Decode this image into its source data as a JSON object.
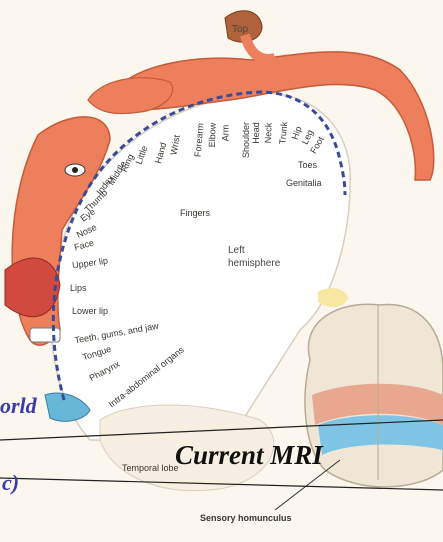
{
  "diagram": {
    "top_label": "Top",
    "hemisphere_label_line1": "Left",
    "hemisphere_label_line2": "hemisphere",
    "temporal_label": "Temporal lobe",
    "caption": "Sensory homunculus",
    "fingers_label": "Fingers",
    "body_parts": [
      {
        "label": "Genitalia"
      },
      {
        "label": "Toes"
      },
      {
        "label": "Foot"
      },
      {
        "label": "Leg"
      },
      {
        "label": "Hip"
      },
      {
        "label": "Trunk"
      },
      {
        "label": "Neck"
      },
      {
        "label": "Head"
      },
      {
        "label": "Shoulder"
      },
      {
        "label": "Arm"
      },
      {
        "label": "Elbow"
      },
      {
        "label": "Forearm"
      },
      {
        "label": "Wrist"
      },
      {
        "label": "Hand"
      },
      {
        "label": "Little"
      },
      {
        "label": "Ring"
      },
      {
        "label": "Middle"
      },
      {
        "label": "Index"
      },
      {
        "label": "Thumb"
      },
      {
        "label": "Eye"
      },
      {
        "label": "Nose"
      },
      {
        "label": "Face"
      },
      {
        "label": "Upper lip"
      },
      {
        "label": "Lips"
      },
      {
        "label": "Lower lip"
      },
      {
        "label": "Teeth, gums, and jaw"
      },
      {
        "label": "Tongue"
      },
      {
        "label": "Pharynx"
      },
      {
        "label": "Intra-abdominal organs"
      }
    ]
  },
  "overlay": {
    "title": "Current MRI",
    "left_text_1": "orld",
    "left_text_2": "c)"
  },
  "colors": {
    "skin": "#ee7f5c",
    "tick": "#3a4a9a",
    "overlay_text": "#3a3aa8"
  }
}
